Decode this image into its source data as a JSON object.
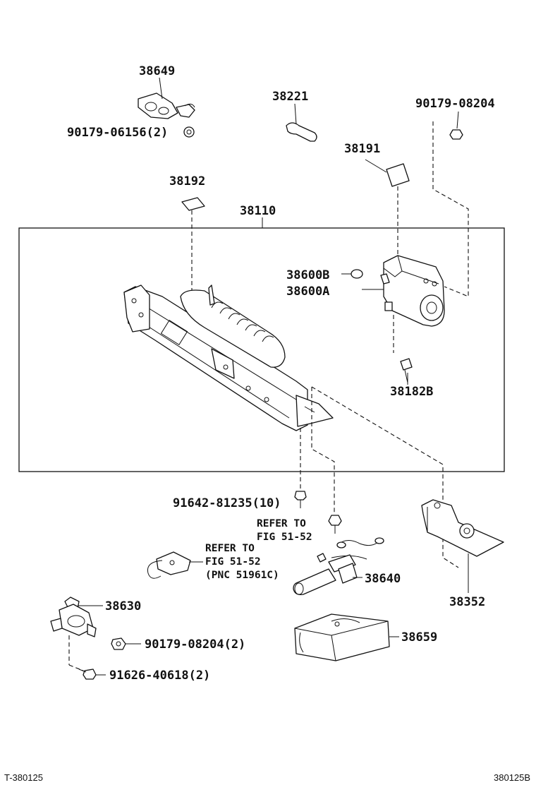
{
  "parts": {
    "p38649": "38649",
    "p90179_06156": "90179-06156(2)",
    "p38221": "38221",
    "p90179_08204_top": "90179-08204",
    "p38191": "38191",
    "p38192": "38192",
    "p38110": "38110",
    "p38600B": "38600B",
    "p38600A": "38600A",
    "p38182B": "38182B",
    "p91642_81235": "91642-81235(10)",
    "p38640": "38640",
    "p38352": "38352",
    "p38630": "38630",
    "p90179_08204_bottom": "90179-08204(2)",
    "p91626_40618": "91626-40618(2)",
    "p38659": "38659"
  },
  "refs": {
    "refer1_line1": "REFER TO",
    "refer1_line2": "FIG 51-52",
    "refer2_line1": "REFER TO",
    "refer2_line2": "FIG 51-52",
    "refer2_line3": "(PNC 51961C)"
  },
  "footer": {
    "left_code": "T-380125",
    "right_code": "380125B"
  },
  "icons": [
    "hook-bracket-icon",
    "nut-icon",
    "clamp-icon",
    "pad-icon",
    "motor-icon",
    "frame-assembly-icon",
    "bolt-icon",
    "bracket-icon",
    "switch-icon",
    "bag-icon",
    "cable-icon"
  ]
}
